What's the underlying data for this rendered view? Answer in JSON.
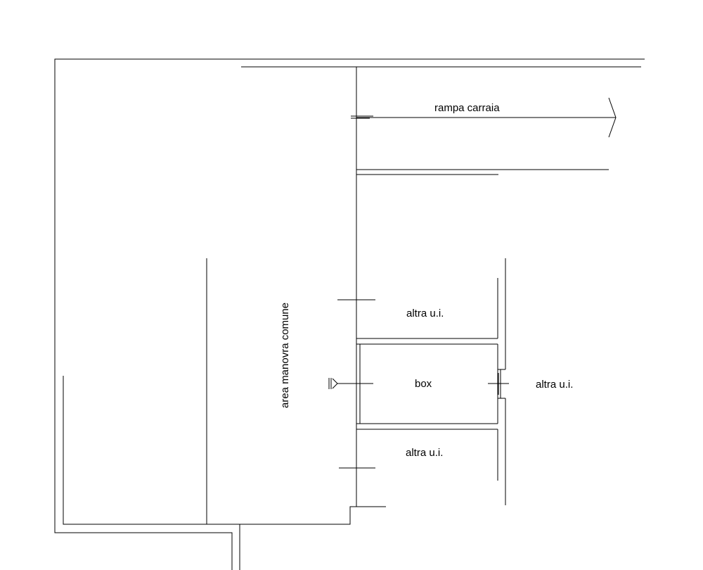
{
  "labels": {
    "ramp": "rampa carraia",
    "common_area": "area manovra comune",
    "box": "box",
    "unit_top": "altra u.i.",
    "unit_right": "altra u.i.",
    "unit_bottom": "altra u.i."
  }
}
